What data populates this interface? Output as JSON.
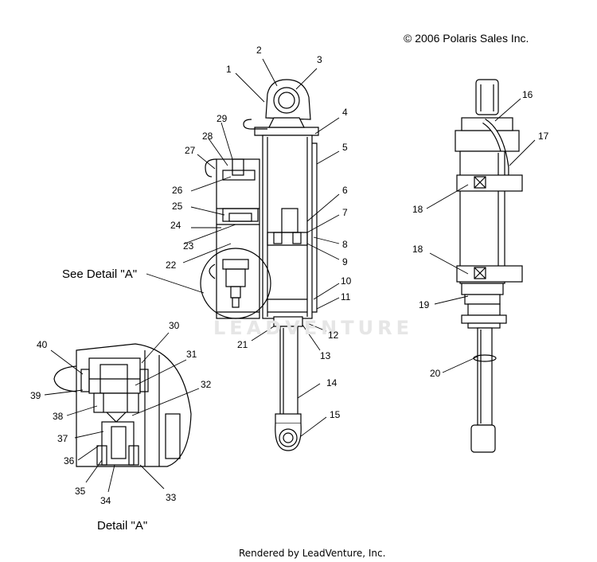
{
  "copyright": "© 2006 Polaris Sales Inc.",
  "rendered_by": "Rendered by LeadVenture, Inc.",
  "watermark": "LEADVENTURE",
  "see_detail": "See Detail \"A\"",
  "detail_caption": "Detail \"A\"",
  "callouts": [
    "1",
    "2",
    "3",
    "4",
    "5",
    "6",
    "7",
    "8",
    "9",
    "10",
    "11",
    "12",
    "13",
    "14",
    "15",
    "16",
    "17",
    "18",
    "18",
    "19",
    "20",
    "21",
    "22",
    "23",
    "24",
    "25",
    "26",
    "27",
    "28",
    "29",
    "30",
    "31",
    "32",
    "33",
    "34",
    "35",
    "36",
    "37",
    "38",
    "39",
    "40"
  ]
}
